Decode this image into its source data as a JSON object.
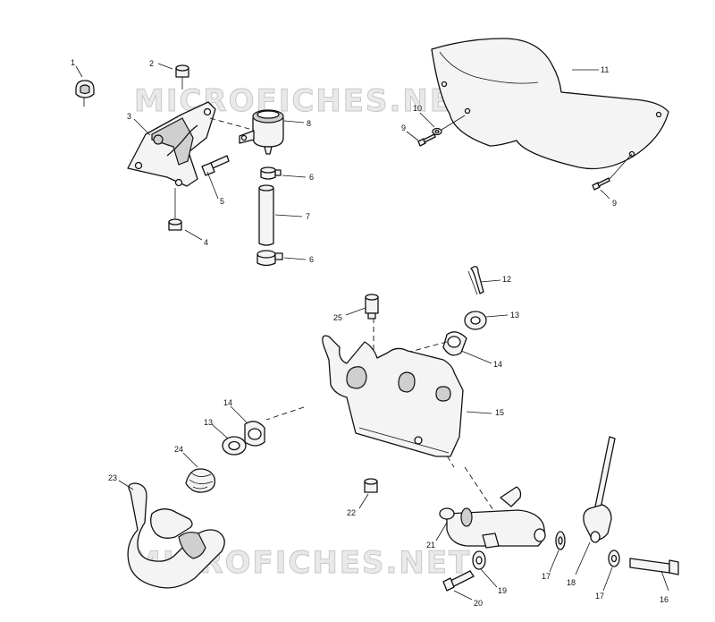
{
  "watermark": {
    "text": "MICROFICHES.NET"
  },
  "callouts": {
    "c1": "1",
    "c2": "2",
    "c3": "3",
    "c4": "4",
    "c5": "5",
    "c6a": "6",
    "c6b": "6",
    "c7": "7",
    "c8": "8",
    "c9a": "9",
    "c9b": "9",
    "c10": "10",
    "c11": "11",
    "c12": "12",
    "c13a": "13",
    "c13b": "13",
    "c14a": "14",
    "c14b": "14",
    "c15": "15",
    "c16": "16",
    "c17a": "17",
    "c17b": "17",
    "c18": "18",
    "c19": "19",
    "c20": "20",
    "c21": "21",
    "c22": "22",
    "c23": "23",
    "c24": "24",
    "c25": "25"
  },
  "parts": [
    {
      "label": "1",
      "icon": "clip-icon"
    },
    {
      "label": "2",
      "icon": "nut-icon"
    },
    {
      "label": "3",
      "icon": "mounting-bracket-icon"
    },
    {
      "label": "4",
      "icon": "nut-icon"
    },
    {
      "label": "5",
      "icon": "bolt-icon"
    },
    {
      "label": "6",
      "icon": "hose-clamp-icon"
    },
    {
      "label": "7",
      "icon": "hose-icon"
    },
    {
      "label": "8",
      "icon": "reservoir-icon"
    },
    {
      "label": "9",
      "icon": "screw-icon"
    },
    {
      "label": "10",
      "icon": "washer-icon"
    },
    {
      "label": "11",
      "icon": "cover-icon"
    },
    {
      "label": "12",
      "icon": "cotter-pin-icon"
    },
    {
      "label": "13",
      "icon": "washer-icon"
    },
    {
      "label": "14",
      "icon": "bushing-icon"
    },
    {
      "label": "15",
      "icon": "pedal-bracket-icon"
    },
    {
      "label": "16",
      "icon": "bolt-icon"
    },
    {
      "label": "17",
      "icon": "washer-icon"
    },
    {
      "label": "18",
      "icon": "clevis-rod-icon"
    },
    {
      "label": "19",
      "icon": "washer-icon"
    },
    {
      "label": "20",
      "icon": "bolt-icon"
    },
    {
      "label": "21",
      "icon": "master-cylinder-icon"
    },
    {
      "label": "22",
      "icon": "nut-icon"
    },
    {
      "label": "23",
      "icon": "pedal-icon"
    },
    {
      "label": "24",
      "icon": "spring-icon"
    },
    {
      "label": "25",
      "icon": "bolt-icon"
    }
  ]
}
